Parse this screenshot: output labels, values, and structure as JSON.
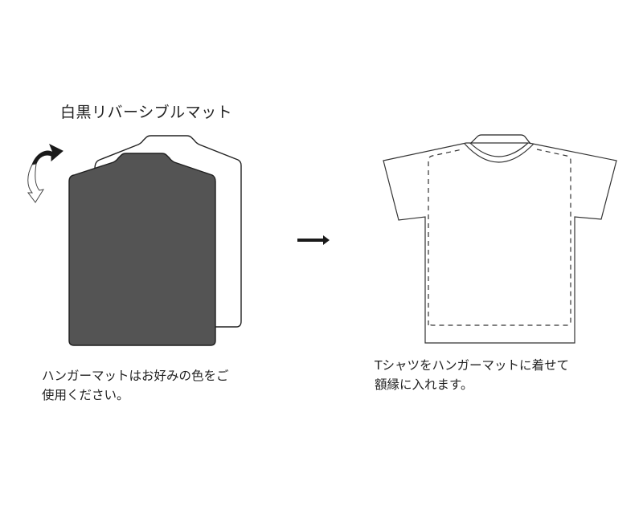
{
  "left_panel": {
    "title": "白黒リバーシブルマット",
    "caption": "ハンガーマットはお好みの色をご\n使用ください。",
    "icons": {
      "flip_arrow": "curved-flip-arrow",
      "mat_back": "white-hanger-mat",
      "mat_front": "black-hanger-mat"
    }
  },
  "center": {
    "arrow": "right-arrow"
  },
  "right_panel": {
    "caption": "Tシャツをハンガーマットに着せて\n額縁に入れます。",
    "icons": {
      "tshirt": "tshirt-outline",
      "inner_mat": "dashed-hanger-mat-outline"
    }
  },
  "colors": {
    "mat_dark": "#545454",
    "outline": "#222222",
    "background": "#ffffff"
  }
}
